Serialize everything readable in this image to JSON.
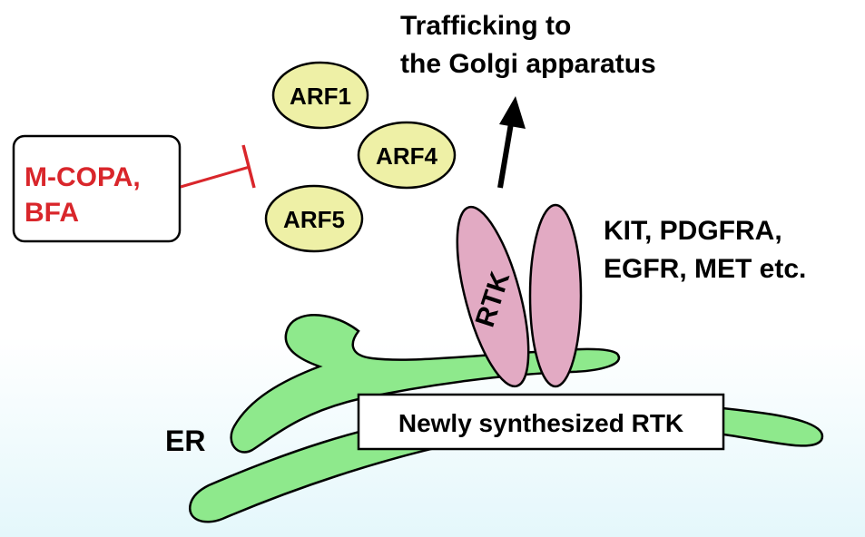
{
  "inhibitor": {
    "lines": [
      "M-COPA,",
      "BFA"
    ],
    "color": "#d9262b"
  },
  "arfs": [
    "ARF1",
    "ARF4",
    "ARF5"
  ],
  "trafficking": {
    "lines": [
      "Trafficking to",
      "the Golgi apparatus"
    ]
  },
  "rtk_label": "RTK",
  "rtk_examples": {
    "lines": [
      "KIT, PDGFRA,",
      "EGFR, MET etc."
    ]
  },
  "er_label": "ER",
  "newly_synth_label": "Newly synthesized RTK",
  "colors": {
    "arf_fill": "#eef0a6",
    "rtk_fill": "#e2aac3",
    "er_fill": "#8ee98c",
    "cytosol_gradient_top": "#ffffff",
    "cytosol_gradient_bottom": "#e4f7fb",
    "stroke": "#000000"
  }
}
